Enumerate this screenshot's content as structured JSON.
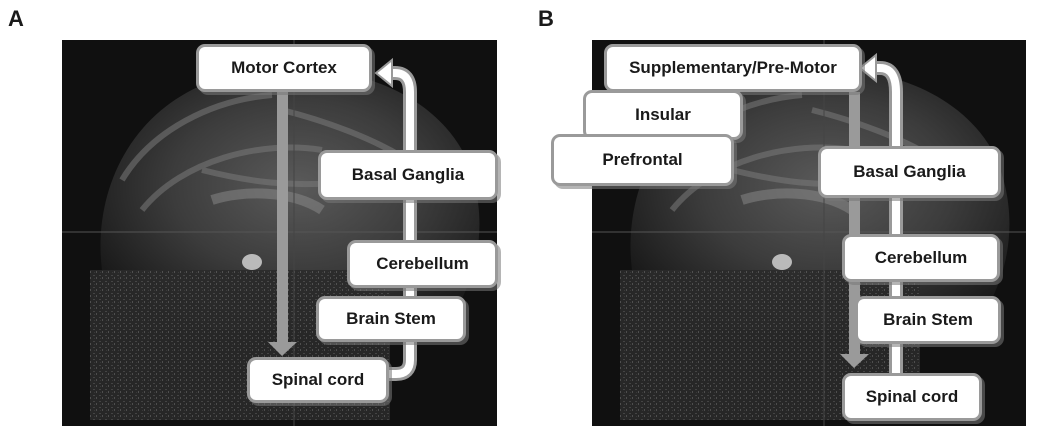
{
  "panels": [
    {
      "label": "A",
      "boxes": {
        "motor_cortex": "Motor Cortex",
        "basal_ganglia": "Basal Ganglia",
        "cerebellum": "Cerebellum",
        "brain_stem": "Brain Stem",
        "spinal_cord": "Spinal cord"
      }
    },
    {
      "label": "B",
      "boxes": {
        "supplementary_premotor": "Supplementary/Pre-Motor",
        "insular": "Insular",
        "prefrontal": "Prefrontal",
        "basal_ganglia": "Basal Ganglia",
        "cerebellum": "Cerebellum",
        "brain_stem": "Brain Stem",
        "spinal_cord": "Spinal cord"
      }
    }
  ],
  "colors": {
    "arrow_fill": "#9a9a9a",
    "box_border": "#9a9a9a",
    "mri_background": "#101010"
  }
}
